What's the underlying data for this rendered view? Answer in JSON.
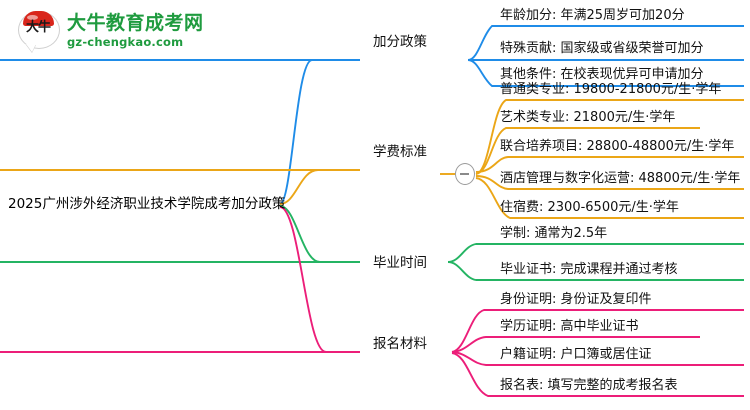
{
  "logo": {
    "mark_text": "大牛",
    "title": "大牛教育成考网",
    "subtitle": "gz-chengkao.com",
    "brand_color": "#1f9b3f",
    "cap_color": "#d9261c"
  },
  "mindmap": {
    "root": {
      "label": "2025广州涉外经济职业技术学院成考加分政策"
    },
    "toggle": {
      "name": "collapse-toggle",
      "state": "expanded",
      "glyph": "minus"
    },
    "branches": [
      {
        "label": "加分政策",
        "color": "#1f8ce8",
        "children": [
          {
            "label": "年龄加分: 年满25周岁可加20分"
          },
          {
            "label": "特殊贡献: 国家级或省级荣誉可加分"
          },
          {
            "label": "其他条件: 在校表现优异可申请加分"
          }
        ]
      },
      {
        "label": "学费标准",
        "color": "#eba617",
        "children": [
          {
            "label": "普通类专业: 19800-21800元/生·学年"
          },
          {
            "label": "艺术类专业: 21800元/生·学年"
          },
          {
            "label": "联合培养项目: 28800-48800元/生·学年"
          },
          {
            "label": "酒店管理与数字化运营: 48800元/生·学年"
          },
          {
            "label": "住宿费: 2300-6500元/生·学年"
          }
        ]
      },
      {
        "label": "毕业时间",
        "color": "#24b463",
        "children": [
          {
            "label": "学制: 通常为2.5年"
          },
          {
            "label": "毕业证书: 完成课程并通过考核"
          }
        ]
      },
      {
        "label": "报名材料",
        "color": "#ec1e79",
        "children": [
          {
            "label": "身份证明: 身份证及复印件"
          },
          {
            "label": "学历证明: 高中毕业证书"
          },
          {
            "label": "户籍证明: 户口簿或居住证"
          },
          {
            "label": "报名表: 填写完整的成考报名表"
          }
        ]
      }
    ]
  }
}
